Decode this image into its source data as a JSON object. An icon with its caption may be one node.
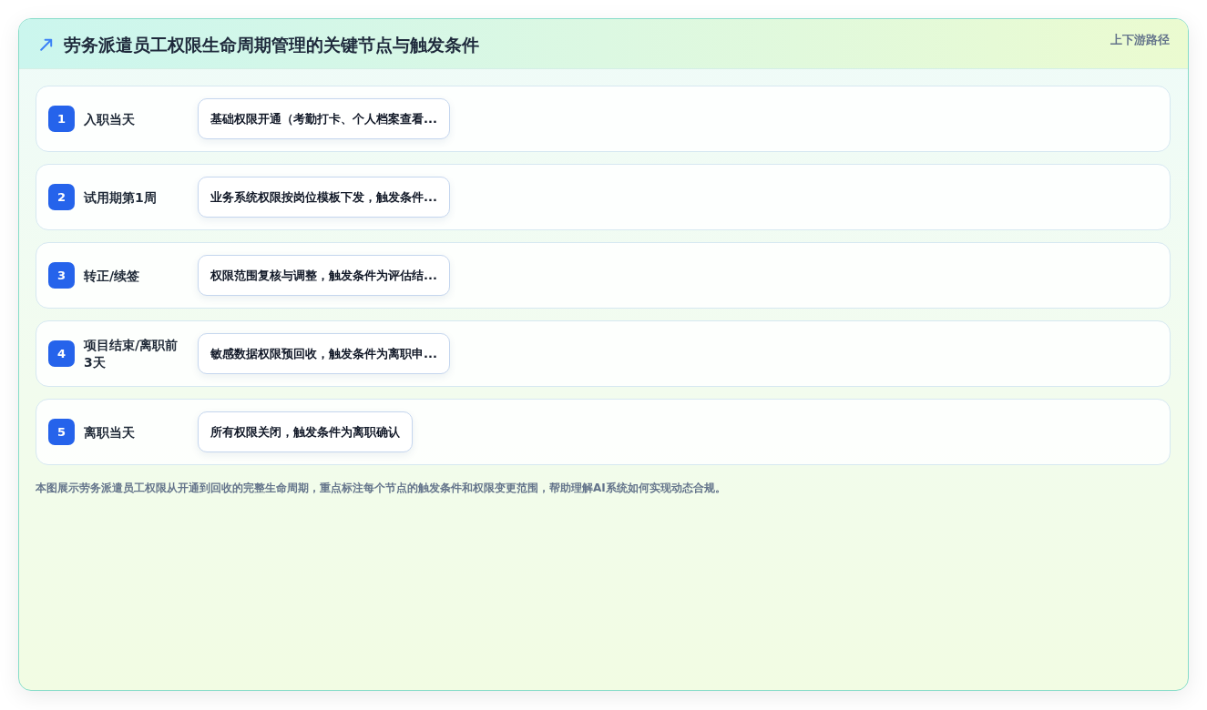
{
  "diagram": {
    "title": "劳务派遣员工权限生命周期管理的关键节点与触发条件",
    "caption": "本图展示劳务派遣员工权限从开通到回收的完整生命周期，重点标注每个节点的触发条件和权限变更范围，帮助理解AI系统如何实现动态合规。",
    "nodes": [
      {
        "text": [
          "入职当天"
        ]
      },
      {
        "text": [
          "1"
        ],
        "in": 0
      },
      {
        "text": [
          "基础权限开通（考勤打卡、个人档案查看..."
        ],
        "in": 0
      },
      {
        "text": [
          "试用期第1周"
        ]
      },
      {
        "text": [
          "2"
        ],
        "in": 3
      },
      {
        "text": [
          "业务系统权限按岗位模板下发，触发条件..."
        ],
        "in": 3
      },
      {
        "text": [
          "转正/续签"
        ]
      },
      {
        "text": [
          "3"
        ],
        "in": 6
      },
      {
        "text": [
          "权限范围复核与调整，触发条件为评估结..."
        ],
        "in": 6
      },
      {
        "text": [
          "项目结束/离职前3天"
        ]
      },
      {
        "text": [
          "4"
        ],
        "in": 9
      },
      {
        "text": [
          "敏感数据权限预回收，触发条件为离职申..."
        ],
        "in": 9
      },
      {
        "text": [
          "离职当天"
        ]
      },
      {
        "text": [
          "5"
        ],
        "in": 12
      },
      {
        "text": [
          "所有权限关闭，触发条件为离职确认"
        ],
        "in": 12
      }
    ],
    "labels": [
      "上下游路径"
    ]
  }
}
